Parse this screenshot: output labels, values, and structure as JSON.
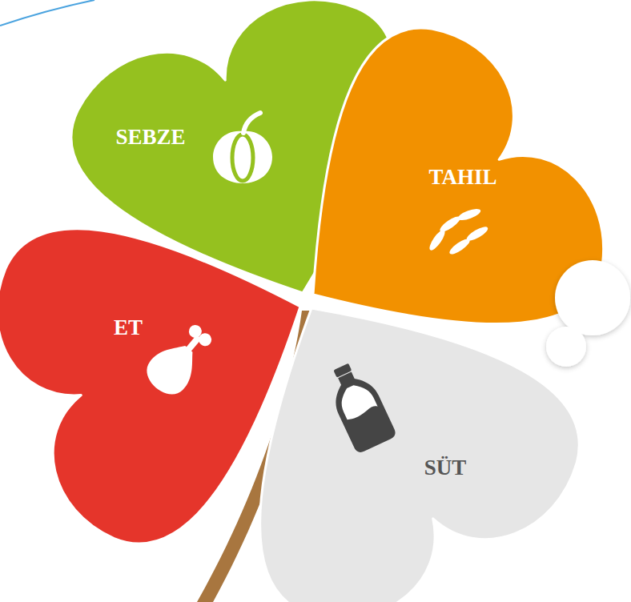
{
  "diagram": {
    "nodes": [
      {
        "text": [
          "SEBZE"
        ]
      },
      {
        "text": [
          "TAHIL"
        ]
      },
      {
        "text": [
          "ET"
        ]
      },
      {
        "text": [
          "SÜT"
        ]
      }
    ]
  }
}
